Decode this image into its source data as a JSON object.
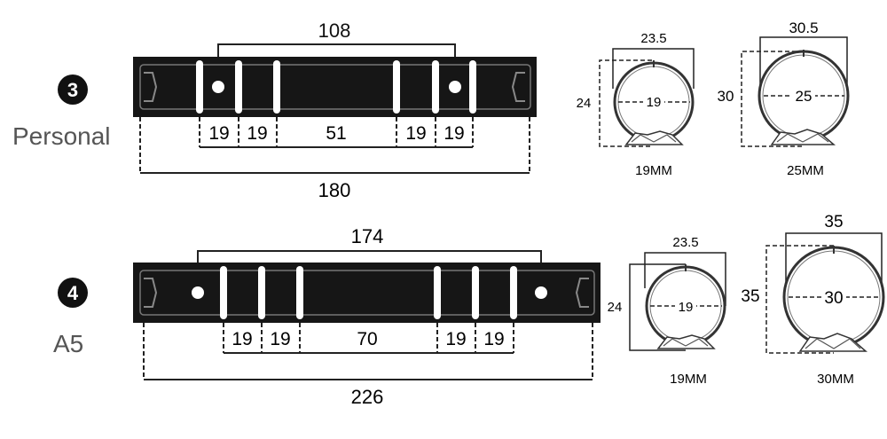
{
  "colors": {
    "strip": "#161616",
    "ink": "#222222",
    "slot": "#ffffff",
    "ring": "#333333"
  },
  "rows": [
    {
      "badge": "3",
      "label": "Personal",
      "overall": "180",
      "hole_spacing": "108",
      "segments": [
        "19",
        "19",
        "51",
        "19",
        "19"
      ],
      "rings": [
        {
          "width": "23.5",
          "height": "24",
          "inner": "19",
          "caption": "19MM"
        },
        {
          "width": "30.5",
          "height": "30",
          "inner": "25",
          "caption": "25MM"
        }
      ]
    },
    {
      "badge": "4",
      "label": "A5",
      "overall": "226",
      "hole_spacing": "174",
      "segments": [
        "19",
        "19",
        "70",
        "19",
        "19"
      ],
      "rings": [
        {
          "width": "23.5",
          "height": "24",
          "inner": "19",
          "caption": "19MM"
        },
        {
          "width": "35",
          "height": "35",
          "inner": "30",
          "caption": "30MM"
        }
      ]
    }
  ]
}
